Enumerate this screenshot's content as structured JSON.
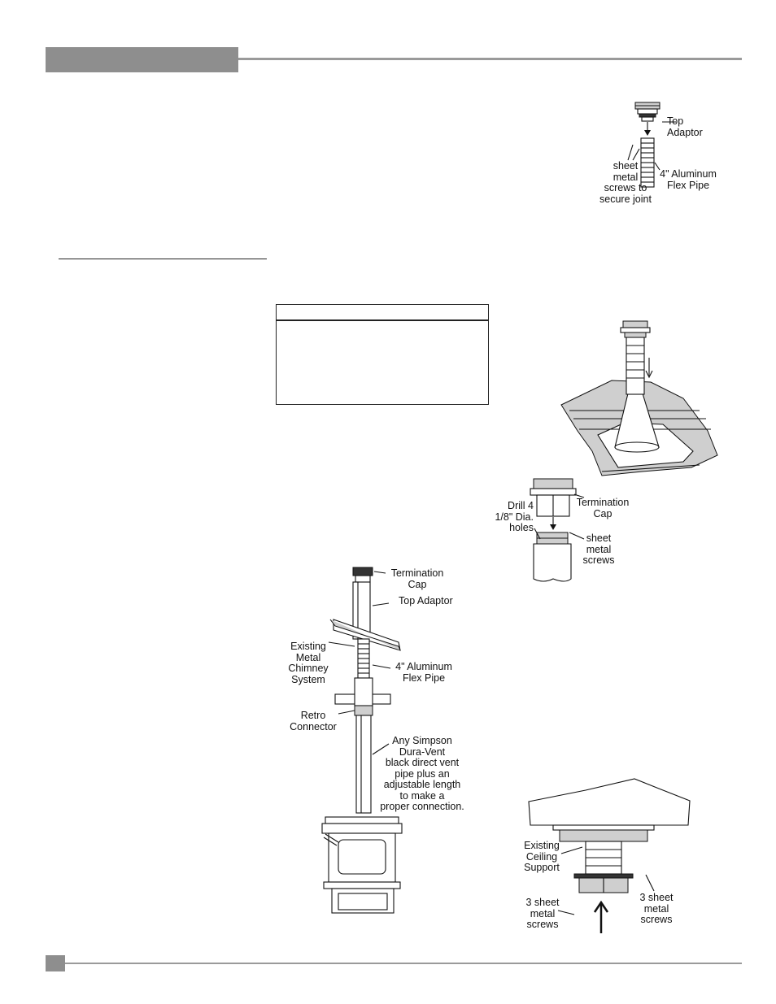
{
  "fig1": {
    "top_adaptor": "Top\nAdaptor",
    "screws": "sheet\nmetal\nscrews to\nsecure joint",
    "flex_pipe": "4\" Aluminum\nFlex Pipe"
  },
  "fig2": {
    "termination_cap": "Termination\nCap",
    "drill": "Drill 4\n1/8\" Dia.\nholes",
    "screws": "sheet\nmetal\nscrews"
  },
  "fig3": {
    "termination_cap": "Termination\nCap",
    "top_adaptor": "Top Adaptor",
    "existing_chimney": "Existing\nMetal\nChimney\nSystem",
    "flex_pipe": "4\" Aluminum\nFlex Pipe",
    "retro_connector": "Retro\nConnector",
    "simpson_pipe": "Any Simpson\nDura-Vent\nblack direct vent\npipe plus an\nadjustable length\nto make a\nproper connection."
  },
  "fig4": {
    "ceiling_support": "Existing\nCeiling\nSupport",
    "screws_left": "3 sheet\nmetal\nscrews",
    "screws_right": "3 sheet\nmetal\nscrews"
  }
}
